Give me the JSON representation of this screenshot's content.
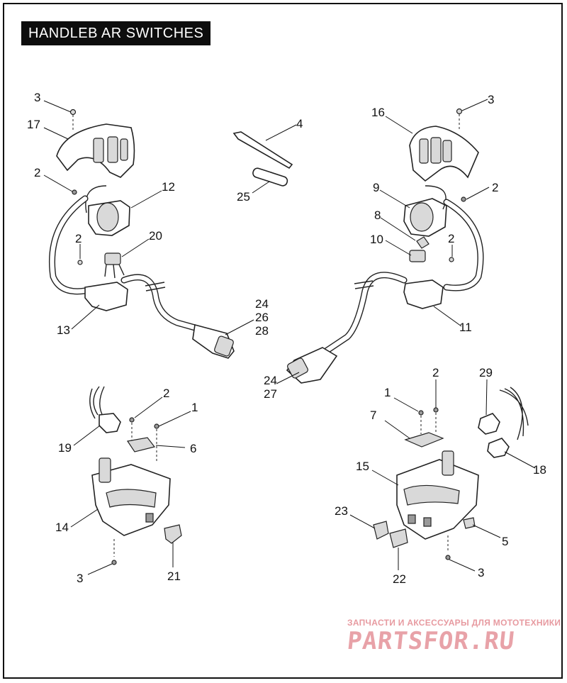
{
  "title": "HANDLEB AR SWITCHES",
  "callouts": {
    "c_l_3": "3",
    "c_l_17": "17",
    "c_l_2a": "2",
    "c_l_12": "12",
    "c_l_2b": "2",
    "c_l_20": "20",
    "c_l_13": "13",
    "c_m_4": "4",
    "c_m_25": "25",
    "c_r_16": "16",
    "c_r_3": "3",
    "c_r_9": "9",
    "c_r_2a": "2",
    "c_r_8": "8",
    "c_r_10": "10",
    "c_r_2b": "2",
    "c_r_11": "11",
    "c_24a": "24",
    "c_26": "26",
    "c_28": "28",
    "c_24b": "24",
    "c_27": "27",
    "c_bl_2": "2",
    "c_bl_1": "1",
    "c_bl_19": "19",
    "c_bl_6": "6",
    "c_bl_14": "14",
    "c_bl_3": "3",
    "c_bl_21": "21",
    "c_br_2": "2",
    "c_br_1": "1",
    "c_br_29": "29",
    "c_br_7": "7",
    "c_br_15": "15",
    "c_br_18": "18",
    "c_br_23": "23",
    "c_br_5": "5",
    "c_br_22": "22",
    "c_br_3": "3"
  },
  "watermark": {
    "subtitle": "ЗАПЧАСТИ И АКСЕССУАРЫ ДЛЯ МОТОТЕХНИКИ",
    "logo": "PARTSFOR.RU"
  }
}
